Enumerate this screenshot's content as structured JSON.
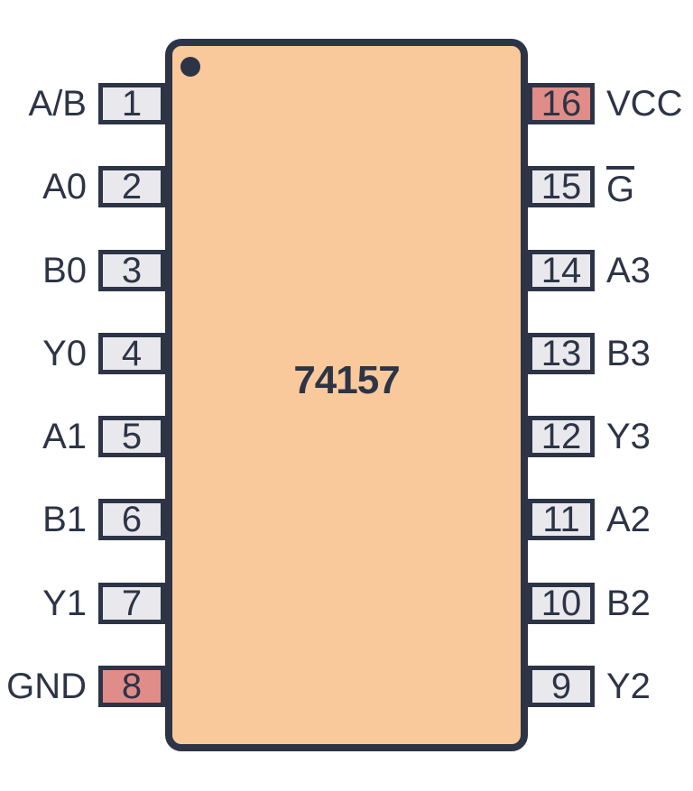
{
  "chip": {
    "label": "74157",
    "pin_count": 16
  },
  "colors": {
    "background": "#ffffff",
    "body_fill": "#f9c99b",
    "outline": "#2d3446",
    "pin_fill_default": "#e9e9ed",
    "pin_fill_power": "#e08d89",
    "text": "#2d3446"
  },
  "pins": {
    "left": [
      {
        "number": "1",
        "label": "A/B",
        "power": false,
        "overline": false
      },
      {
        "number": "2",
        "label": "A0",
        "power": false,
        "overline": false
      },
      {
        "number": "3",
        "label": "B0",
        "power": false,
        "overline": false
      },
      {
        "number": "4",
        "label": "Y0",
        "power": false,
        "overline": false
      },
      {
        "number": "5",
        "label": "A1",
        "power": false,
        "overline": false
      },
      {
        "number": "6",
        "label": "B1",
        "power": false,
        "overline": false
      },
      {
        "number": "7",
        "label": "Y1",
        "power": false,
        "overline": false
      },
      {
        "number": "8",
        "label": "GND",
        "power": true,
        "overline": false
      }
    ],
    "right": [
      {
        "number": "16",
        "label": "VCC",
        "power": true,
        "overline": false
      },
      {
        "number": "15",
        "label": "G",
        "power": false,
        "overline": true
      },
      {
        "number": "14",
        "label": "A3",
        "power": false,
        "overline": false
      },
      {
        "number": "13",
        "label": "B3",
        "power": false,
        "overline": false
      },
      {
        "number": "12",
        "label": "Y3",
        "power": false,
        "overline": false
      },
      {
        "number": "11",
        "label": "A2",
        "power": false,
        "overline": false
      },
      {
        "number": "10",
        "label": "B2",
        "power": false,
        "overline": false
      },
      {
        "number": "9",
        "label": "Y2",
        "power": false,
        "overline": false
      }
    ]
  }
}
